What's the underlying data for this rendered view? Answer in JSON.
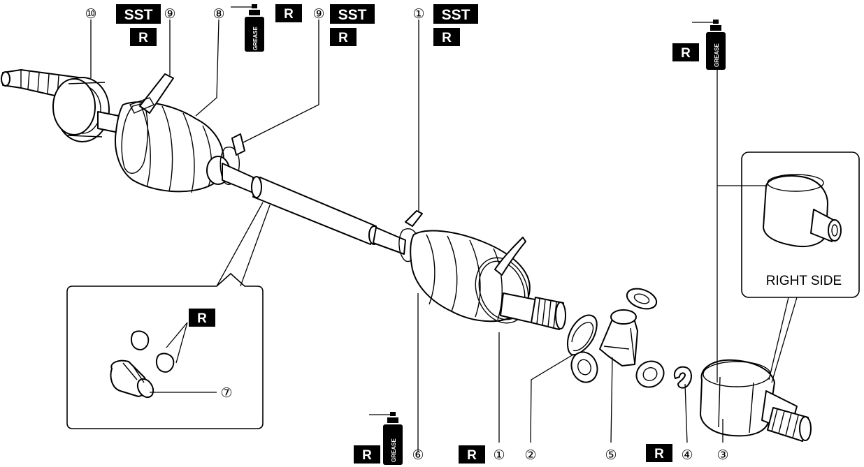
{
  "badges": {
    "sst": "SST",
    "r": "R",
    "grease": "GREASE"
  },
  "callouts": {
    "n1_top": "①",
    "n1_bottom": "①",
    "n2": "②",
    "n3": "③",
    "n4": "④",
    "n5": "⑤",
    "n6": "⑥",
    "n7": "⑦",
    "n8": "⑧",
    "n9_left": "⑨",
    "n9_right": "⑨",
    "n10": "⑩"
  },
  "inset_right": {
    "label": "RIGHT SIDE"
  }
}
